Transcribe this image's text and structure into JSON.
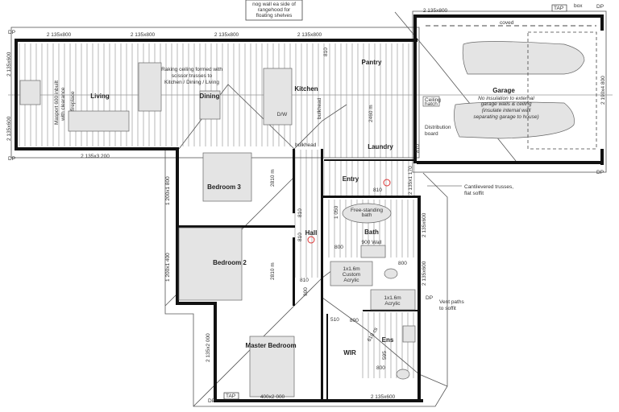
{
  "notes": {
    "nog_wall": [
      "nog wall ea side of",
      "rangehood for",
      "floating shelves"
    ],
    "raking_ceiling": [
      "Raking ceiling formed with",
      "scissor trusses to",
      "Kitchen / Dining / Living"
    ],
    "fireplace": [
      "Masport 600 inbuilt",
      "with clearance",
      "fireplace"
    ],
    "garage_insulation": [
      "No insulation to external",
      "garage walls & ceiling",
      "(insulate internal wall",
      "separating garage to house)"
    ],
    "cantilever": [
      "Cantilevered trusses,",
      "flat soffit"
    ],
    "vent": [
      "Vent paths",
      "to soffit"
    ],
    "distribution": [
      "Distribution",
      "board"
    ],
    "ceiling_hatch": [
      "Ceiling",
      "hatch"
    ],
    "bulkhead": "bulkhead",
    "coved": "coved",
    "free_bath": [
      "Free-standing",
      "bath"
    ],
    "wall_900": "900 Wall",
    "custom_acrylic": [
      "1x1.6m",
      "Custom",
      "Acrylic"
    ],
    "acrylic": [
      "1x1.6m",
      "Acrylic"
    ],
    "dw": "D/W",
    "tap": "TAP",
    "box": "box",
    "dp": "DP"
  },
  "rooms": {
    "living": "Living",
    "dining": "Dining",
    "kitchen": "Kitchen",
    "pantry": "Pantry",
    "laundry": "Laundry",
    "garage": "Garage",
    "entry": "Entry",
    "bedroom3": "Bedroom 3",
    "bedroom2": "Bedroom 2",
    "hall": "Hall",
    "bath": "Bath",
    "master": "Master Bedroom",
    "wir": "WIR",
    "ens": "Ens"
  },
  "dimensions": {
    "top_windows": [
      "2 135x800",
      "2 135x800",
      "2 135x800",
      "2 135x800"
    ],
    "garage_top": "2 135x800",
    "left_windows": [
      "2 135x600",
      "2 135x600"
    ],
    "living_bottom": "2 135x3 200",
    "garage_door": "2 190x4 800",
    "bed3_window": "1 200x1 800",
    "bed2_window": "1 200x1 400",
    "master_window": "2 135x2 000",
    "bath_windows": [
      "2 135x600",
      "2 135x600"
    ],
    "entry_side": "2 135x1 170",
    "wardrobe": [
      "2810 m",
      "2810 m"
    ],
    "laundry_wardrobe": "2460 m",
    "bottom": [
      "400x2 000",
      "2 135x600"
    ],
    "door_810": "810",
    "door_800": "800",
    "d_510": "510",
    "d_900": "900",
    "d_1050": "1 050",
    "d_595": "595",
    "d_610": "610 cs"
  }
}
